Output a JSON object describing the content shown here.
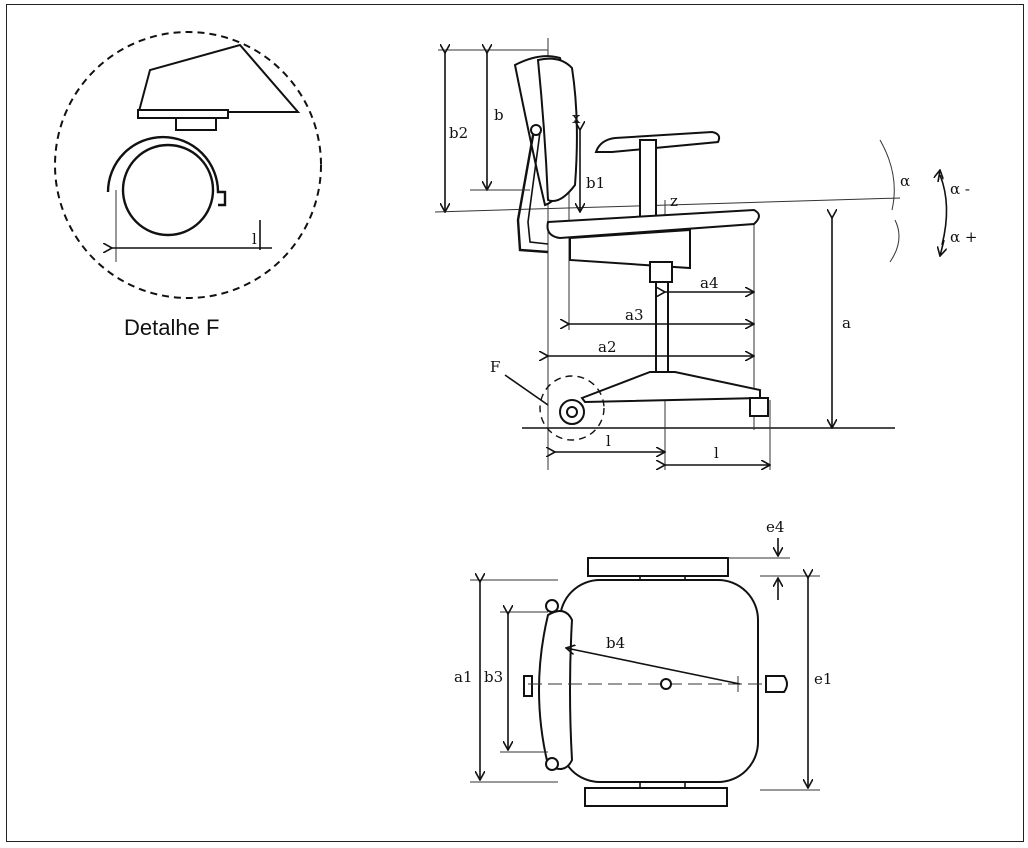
{
  "detail": {
    "caption": "Detalhe F",
    "dim_l": "l"
  },
  "side_view": {
    "labels": {
      "b2": "b2",
      "b": "b",
      "b1": "b1",
      "x": "x",
      "z": "z",
      "alpha": "α",
      "alpha_minus": "α -",
      "alpha_plus": "α +",
      "a": "a",
      "a2": "a2",
      "a3": "a3",
      "a4": "a4",
      "F": "F",
      "l_left": "l",
      "l_right": "l"
    }
  },
  "top_view": {
    "labels": {
      "a1": "a1",
      "b3": "b3",
      "b4": "b4",
      "e1": "e1",
      "e4": "e4"
    }
  }
}
